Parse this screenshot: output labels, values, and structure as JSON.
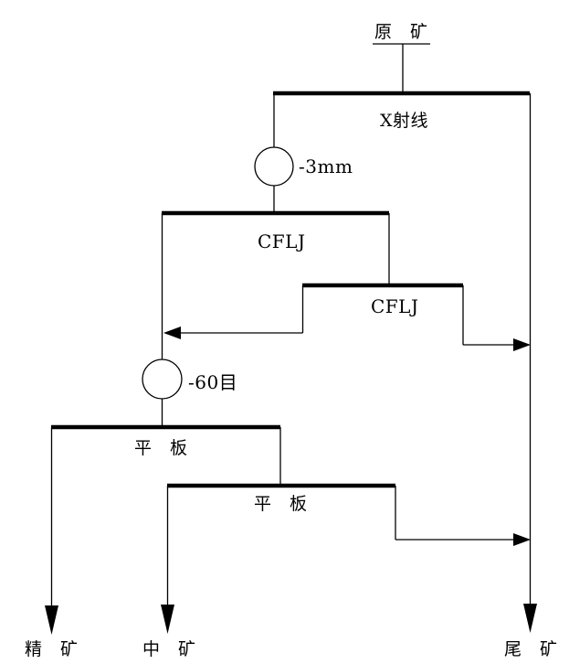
{
  "page": {
    "background_color": "#ffffff",
    "line_color": "#000000"
  },
  "diagram": {
    "feed_label": "原　矿",
    "xray_separator_label": "X射线",
    "screen_3mm_label": "-3mm",
    "cflj_separator_1_label": "CFLJ",
    "cflj_separator_2_label": "CFLJ",
    "screen_60mesh_label": "-60目",
    "table_separator_1_label": "平　板",
    "table_separator_2_label": "平　板",
    "concentrate_label": "精　矿",
    "middlings_label": "中　矿",
    "tailings_label": "尾　矿"
  }
}
